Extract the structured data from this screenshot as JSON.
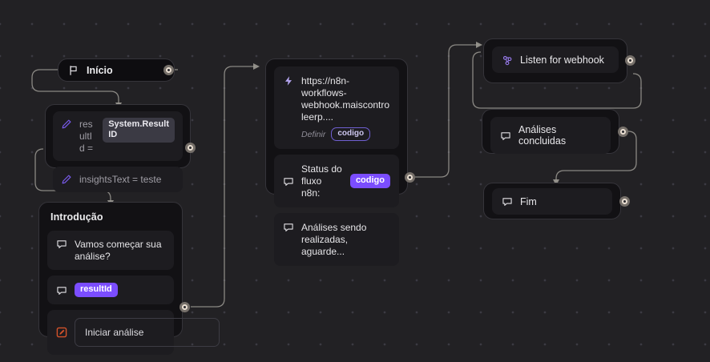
{
  "canvas": {
    "background": "#222124",
    "grid_dot_color": "#3b3a42",
    "accent_purple": "#7b4dff",
    "edge_color": "#9c9a94",
    "orange": "#d4522a"
  },
  "nodes": {
    "start": {
      "label": "Início",
      "icon": "flag-icon"
    },
    "variables": {
      "rows": [
        {
          "icon": "pencil-icon",
          "label": "resultId =",
          "badge": "System.Result ID",
          "badge_style": "grey"
        },
        {
          "icon": "pencil-icon",
          "label": "insightsText = teste",
          "badge": "",
          "badge_style": "none"
        }
      ]
    },
    "introducao": {
      "title": "Introdução",
      "rows": [
        {
          "icon": "message-icon",
          "label": "Vamos começar sua análise?",
          "badge": "",
          "badge_style": "none"
        },
        {
          "icon": "message-icon",
          "label": "",
          "badge": "resultId",
          "badge_style": "solid"
        }
      ],
      "input": {
        "icon": "input-edit-icon",
        "value": "Iniciar análise",
        "placeholder": "Iniciar análise"
      }
    },
    "n8n": {
      "rows": [
        {
          "icon": "bolt-icon",
          "label": "https://n8n-workflows-webhook.maiscontroleerp....",
          "sub_label": "Definir",
          "sub_badge": "codigo"
        },
        {
          "icon": "message-icon",
          "label": "Status do fluxo n8n:",
          "badge": "codigo",
          "badge_style": "solid"
        },
        {
          "icon": "message-icon",
          "label": "Análises sendo realizadas, aguarde...",
          "badge": "",
          "badge_style": "none"
        }
      ]
    },
    "listen_webhook": {
      "label": "Listen for webhook",
      "icon": "webhook-icon"
    },
    "analises_concluidas": {
      "label": "Análises concluidas",
      "icon": "message-icon"
    },
    "fim": {
      "label": "Fim",
      "icon": "message-icon"
    }
  }
}
